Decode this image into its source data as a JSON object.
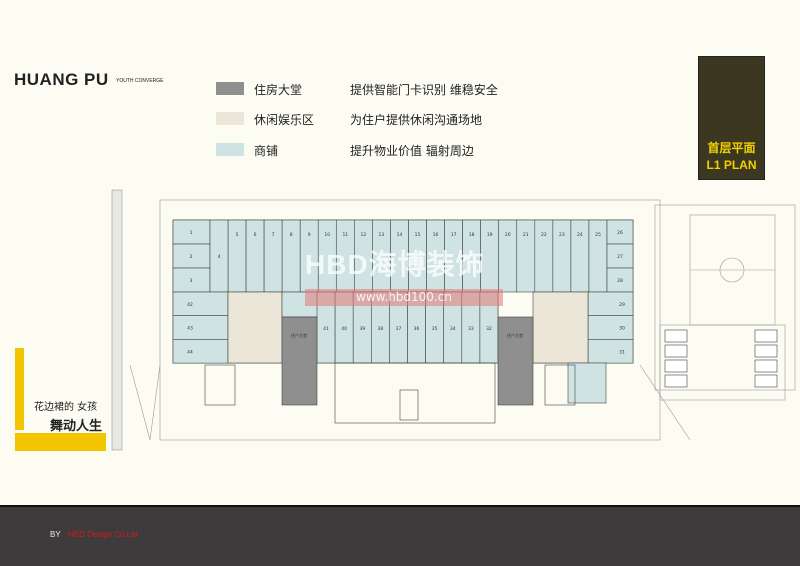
{
  "header": {
    "title": "HUANG PU",
    "subtitle": "YOUTH CONVERGE"
  },
  "legend": [
    {
      "label": "住房大堂",
      "desc": "提供智能门卡识别  维稳安全",
      "color": "#8f8f8f"
    },
    {
      "label": "休闲娱乐区",
      "desc": "为住户提供休闲沟通场地",
      "color": "#ece6d8"
    },
    {
      "label": "商铺",
      "desc": "提升物业价值  辐射周边",
      "color": "#cfe3e3"
    }
  ],
  "plan_label": {
    "cn": "首层平面",
    "en": "L1 PLAN",
    "bg": "#3b3720",
    "fg": "#f2d000"
  },
  "tagline": {
    "line1": "花边裙的   女孩",
    "line2": "舞动人生",
    "accent": "#f2c500"
  },
  "plan": {
    "top_units": [
      "5",
      "6",
      "7",
      "8",
      "9",
      "10",
      "11",
      "12",
      "13",
      "14",
      "15",
      "16",
      "17",
      "18",
      "19",
      "20",
      "21",
      "22",
      "23",
      "24",
      "25"
    ],
    "left_top_units": [
      "1",
      "2",
      "3"
    ],
    "unit_4": "4",
    "right_top_units": [
      "26",
      "27",
      "28"
    ],
    "left_mid_units": [
      "42",
      "43",
      "44"
    ],
    "right_mid_units": [
      "29",
      "30",
      "31"
    ],
    "lower_units": [
      "41",
      "40",
      "39",
      "38",
      "37",
      "36",
      "35",
      "34",
      "33",
      "32"
    ],
    "lobby_label": "住户大堂"
  },
  "watermark": {
    "logo": "HBD海博装饰",
    "url": "www.hbd100.cn"
  },
  "footer": {
    "by": "BY",
    "company": "HBD Design Co.Ltd"
  }
}
